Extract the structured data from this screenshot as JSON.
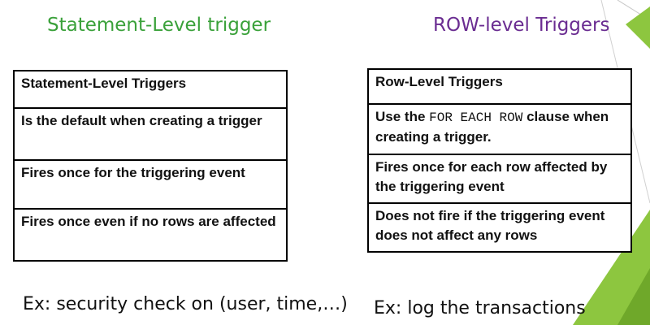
{
  "left": {
    "heading": "Statement-Level  trigger",
    "table": {
      "header": "Statement-Level Triggers",
      "rows": [
        "Is the default when creating a trigger",
        "Fires once for the triggering event",
        "Fires once even if no rows are affected"
      ]
    },
    "example": "Ex: security check on (user, time,…)"
  },
  "right": {
    "heading": "ROW-level Triggers",
    "table": {
      "header": "Row-Level Triggers",
      "row1_prefix": "Use the ",
      "row1_code": "FOR EACH ROW",
      "row1_suffix": " clause when creating a trigger.",
      "rows": [
        "Fires once for each row affected by the triggering event",
        "Does not fire if the triggering event does not affect any rows"
      ]
    },
    "example": "Ex: log the transactions"
  },
  "colors": {
    "left_heading": "#3aa13a",
    "right_heading": "#6a2c91",
    "accent_green": "#8dc63f",
    "accent_green_dark": "#6fa82a"
  }
}
